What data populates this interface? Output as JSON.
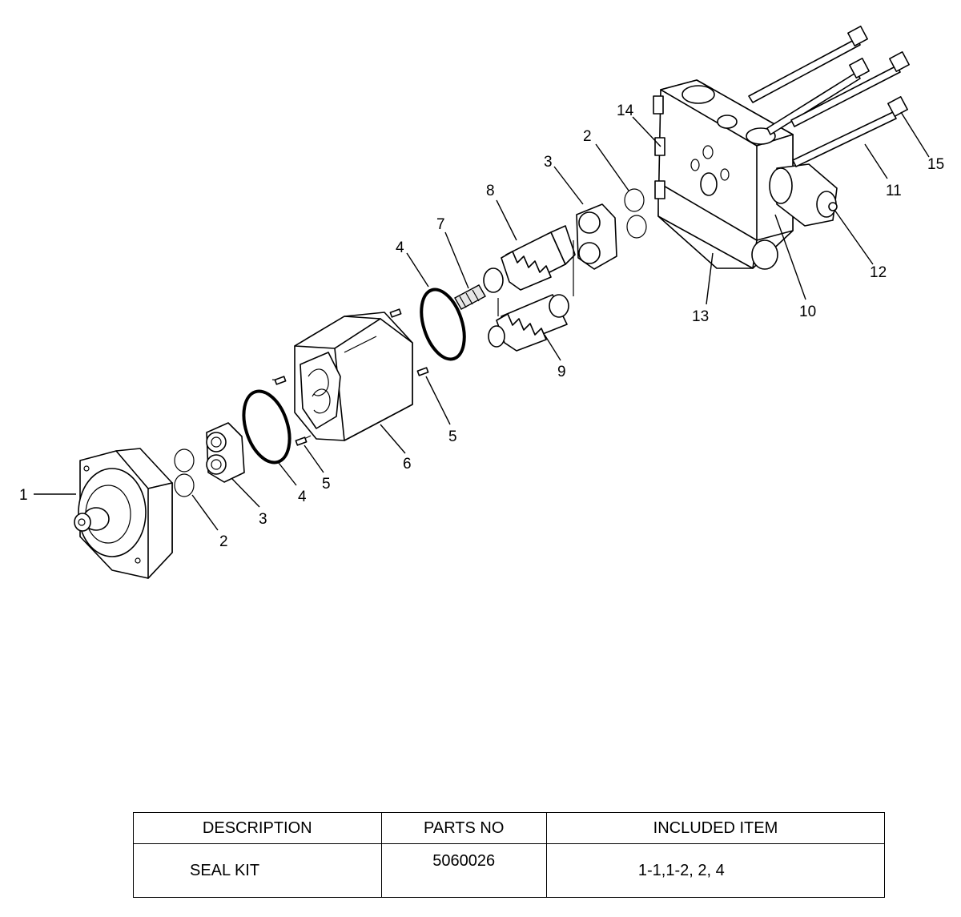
{
  "callouts": {
    "c1": "1",
    "c2a": "2",
    "c3a": "3",
    "c4a": "4",
    "c5a": "5",
    "c6": "6",
    "c5b": "5",
    "c4b": "4",
    "c7": "7",
    "c8": "8",
    "c9": "9",
    "c3b": "3",
    "c2b": "2",
    "c14": "14",
    "c13": "13",
    "c10": "10",
    "c12": "12",
    "c11": "11",
    "c15": "15"
  },
  "table": {
    "headers": [
      "DESCRIPTION",
      "PARTS NO",
      "INCLUDED ITEM"
    ],
    "rows": [
      [
        "SEAL KIT",
        "5060026",
        "1-1,1-2, 2, 4"
      ]
    ]
  }
}
